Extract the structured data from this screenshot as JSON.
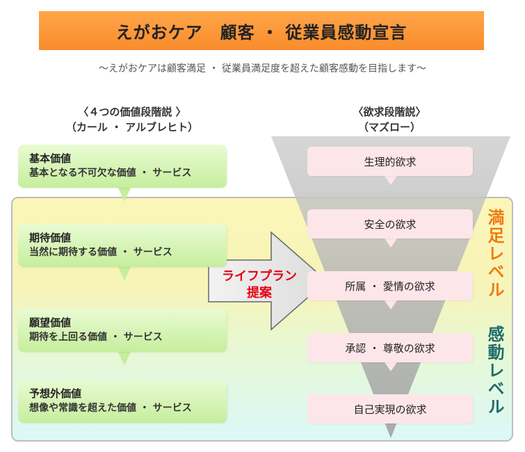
{
  "title": "えがおケア　顧客 ・ 従業員感動宣言",
  "subtitle": "～えがおケアは顧客満足 ・ 従業員満足度を超えた顧客感動を目指します～",
  "value_theory": {
    "heading": "〈４つの価値段階説 〉",
    "author": "（カール ・ アルブレヒト）",
    "stages": [
      {
        "name": "基本価値",
        "desc": "基本となる不可欠な価値 ・ サービス"
      },
      {
        "name": "期待価値",
        "desc": "当然に期待する価値 ・ サービス"
      },
      {
        "name": "願望価値",
        "desc": "期待を上回る価値 ・ サービス"
      },
      {
        "name": "予想外価値",
        "desc": "想像や常識を超えた価値 ・ サービス"
      }
    ]
  },
  "needs_theory": {
    "heading": "〈欲求段階説〉",
    "author": "（マズロー）",
    "needs": [
      "生理的欲求",
      "安全の欲求",
      "所属 ・ 愛情の欲求",
      "承認 ・ 尊敬の欲求",
      "自己実現の欲求"
    ]
  },
  "center_arrow": {
    "line1": "ライフプラン",
    "line2": "提案"
  },
  "levels": {
    "satisfaction": "満足レベル",
    "impression": "感動レベル"
  },
  "colors": {
    "title_bar": "#f98c2b",
    "satisfaction": "#f07a12",
    "impression": "#1f6b6b",
    "accent_red": "#e60012"
  }
}
